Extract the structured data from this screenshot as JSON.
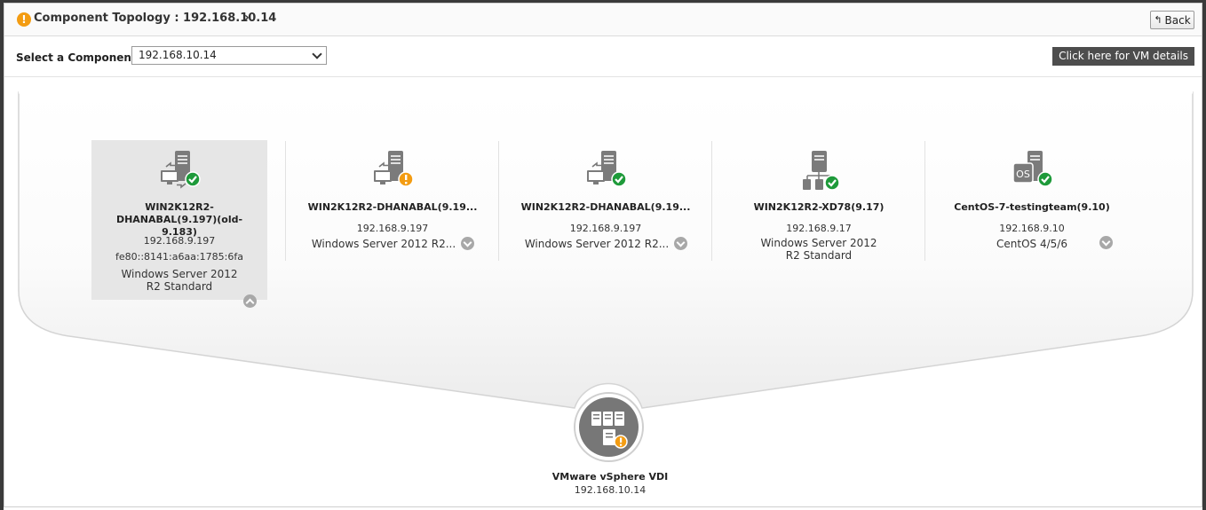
{
  "header": {
    "title": "Component Topology : 192.168.10.14",
    "back_label": "Back"
  },
  "toolbar": {
    "select_label": "Select a Component :",
    "selected_component": "192.168.10.14",
    "vm_details_label": "Click here for VM details"
  },
  "components": [
    {
      "name": "WIN2K12R2-DHANABAL(9.197)(old-9.183)",
      "ip": "192.168.9.197",
      "ipv6": "fe80::8141:a6aa:1785:6fa",
      "os": "Windows Server 2012 R2 Standard",
      "status": "ok",
      "expanded": true
    },
    {
      "name": "WIN2K12R2-DHANABAL(9.19...",
      "ip": "192.168.9.197",
      "os": "Windows Server 2012 R2...",
      "status": "warning",
      "expanded": false
    },
    {
      "name": "WIN2K12R2-DHANABAL(9.19...",
      "ip": "192.168.9.197",
      "os": "Windows Server 2012 R2...",
      "status": "ok",
      "expanded": false
    },
    {
      "name": "WIN2K12R2-XD78(9.17)",
      "ip": "192.168.9.17",
      "os": "Windows Server 2012 R2 Standard",
      "status": "ok",
      "expanded": false
    },
    {
      "name": "CentOS-7-testingteam(9.10)",
      "ip": "192.168.9.10",
      "os": "CentOS 4/5/6",
      "status": "ok",
      "expanded": false,
      "icon_text": "OS"
    }
  ],
  "hub": {
    "name": "VMware vSphere VDI",
    "ip": "192.168.10.14",
    "status": "warning"
  },
  "colors": {
    "ok": "#1e9a3a",
    "warning": "#f39c12",
    "button_dark": "#4d4d4d"
  },
  "icons": {
    "title_status": "warning-icon",
    "back": "back-arrow-icon",
    "select": "chevron-down-icon",
    "server": "server-icon",
    "hub": "vsphere-servers-icon"
  }
}
